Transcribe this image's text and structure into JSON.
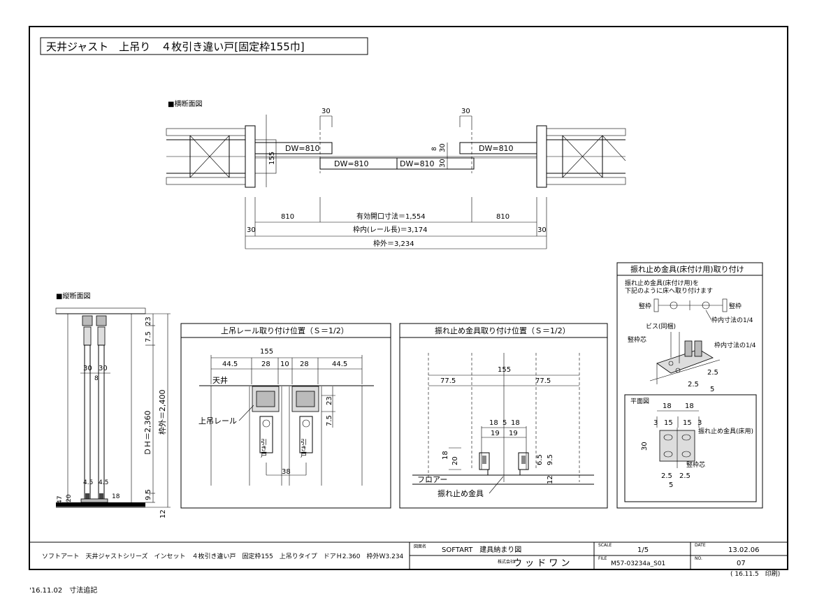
{
  "title": "天井ジャスト　上吊り　４枚引き違い戸[固定枠155巾]",
  "plan": {
    "heading": "■横断面図",
    "dim_30_left": "30",
    "dim_30_right": "30",
    "door1": "DW=810",
    "door2": "DW=810",
    "door3": "DW=810",
    "door4": "DW=810",
    "dim_155": "155",
    "dim_8": "8",
    "dim_30_a": "30",
    "dim_30_b": "30",
    "row1_left": "810",
    "row1_center": "有効開口寸法＝1,554",
    "row1_right": "810",
    "row2_left": "30",
    "row2_center": "枠内(レール長)＝3,174",
    "row2_right": "30",
    "row3_center": "枠外＝3,234"
  },
  "section": {
    "heading": "■縦断面図",
    "dim_23": "23",
    "dim_75": "7.5",
    "dim_30a": "30",
    "dim_30b": "30",
    "dim_8": "8",
    "dim_dh": "ＤＨ＝2,360",
    "dim_outer": "枠外＝2,400",
    "dim_45a": "4.5",
    "dim_45b": "4.5",
    "dim_95": "9.5",
    "dim_12": "12",
    "dim_20": "20",
    "dim_18": "18",
    "dim_47": "47"
  },
  "rail": {
    "heading": "上吊レール取り付け位置（Ｓ＝1/2）",
    "dim_155": "155",
    "d1": "44.5",
    "d2": "28",
    "d3": "10",
    "d4": "28",
    "d5": "44.5",
    "ceiling": "天井",
    "rail_label": "上吊レール",
    "dim_23": "23",
    "dim_75": "7.5",
    "dim_38": "38",
    "pull_a": "引き戸",
    "pull_b": "引き戸"
  },
  "stopper": {
    "heading": "振れ止め金具取り付け位置（Ｓ＝1/2）",
    "dim_155": "155",
    "d_left": "77.5",
    "d_right": "77.5",
    "d18a": "18",
    "d5": "5",
    "d18b": "18",
    "d19a": "19",
    "d19b": "19",
    "d18v": "18",
    "d20v": "20",
    "d65": "6.5",
    "d95": "9.5",
    "d12": "12",
    "floor": "フロアー",
    "fitting": "振れ止め金具"
  },
  "install": {
    "heading": "振れ止め金具(床付け用)取り付け",
    "note1": "振れ止め金具(床付け用)を",
    "note2": "下記のように床へ取り付けます",
    "jamb_left": "竪枠",
    "jamb_right": "竪枠",
    "quarter1": "枠内寸法の1/4",
    "screw": "ビス(同梱)",
    "core": "竪枠芯",
    "quarter2": "枠内寸法の1/4",
    "d25a": "2.5",
    "d25b": "2.5",
    "d5": "5",
    "plan_heading": "平面図",
    "p18a": "18",
    "p18b": "18",
    "p3a": "3",
    "p15a": "15",
    "p15b": "15",
    "p3b": "3",
    "p30": "30",
    "p_fitting": "振れ止め金具(床用)",
    "p_core": "竪枠芯",
    "p25a": "2.5",
    "p25b": "2.5",
    "p5": "5"
  },
  "titleblock": {
    "description": "ソフトアート　天井ジャストシリーズ　インセット　４枚引き違い戸　固定枠155　上吊りタイプ　ドアＨ2.360　枠外Ｗ3.234",
    "drawing_label": "図面名",
    "drawing_name": "SOFTART　建具納まり図",
    "company_label": "株式会社",
    "company": "ウ ッ ド ワ ン",
    "scale_label": "SCALE",
    "scale": "1/5",
    "file_label": "FILE",
    "file": "M57-03234a_S01",
    "date_label": "DATE",
    "date": "13.02.06",
    "no_label": "NO.",
    "no": "07",
    "printed": "( 16.11.5　印刷)"
  },
  "revision_note": "'16.11.02　寸法追記"
}
